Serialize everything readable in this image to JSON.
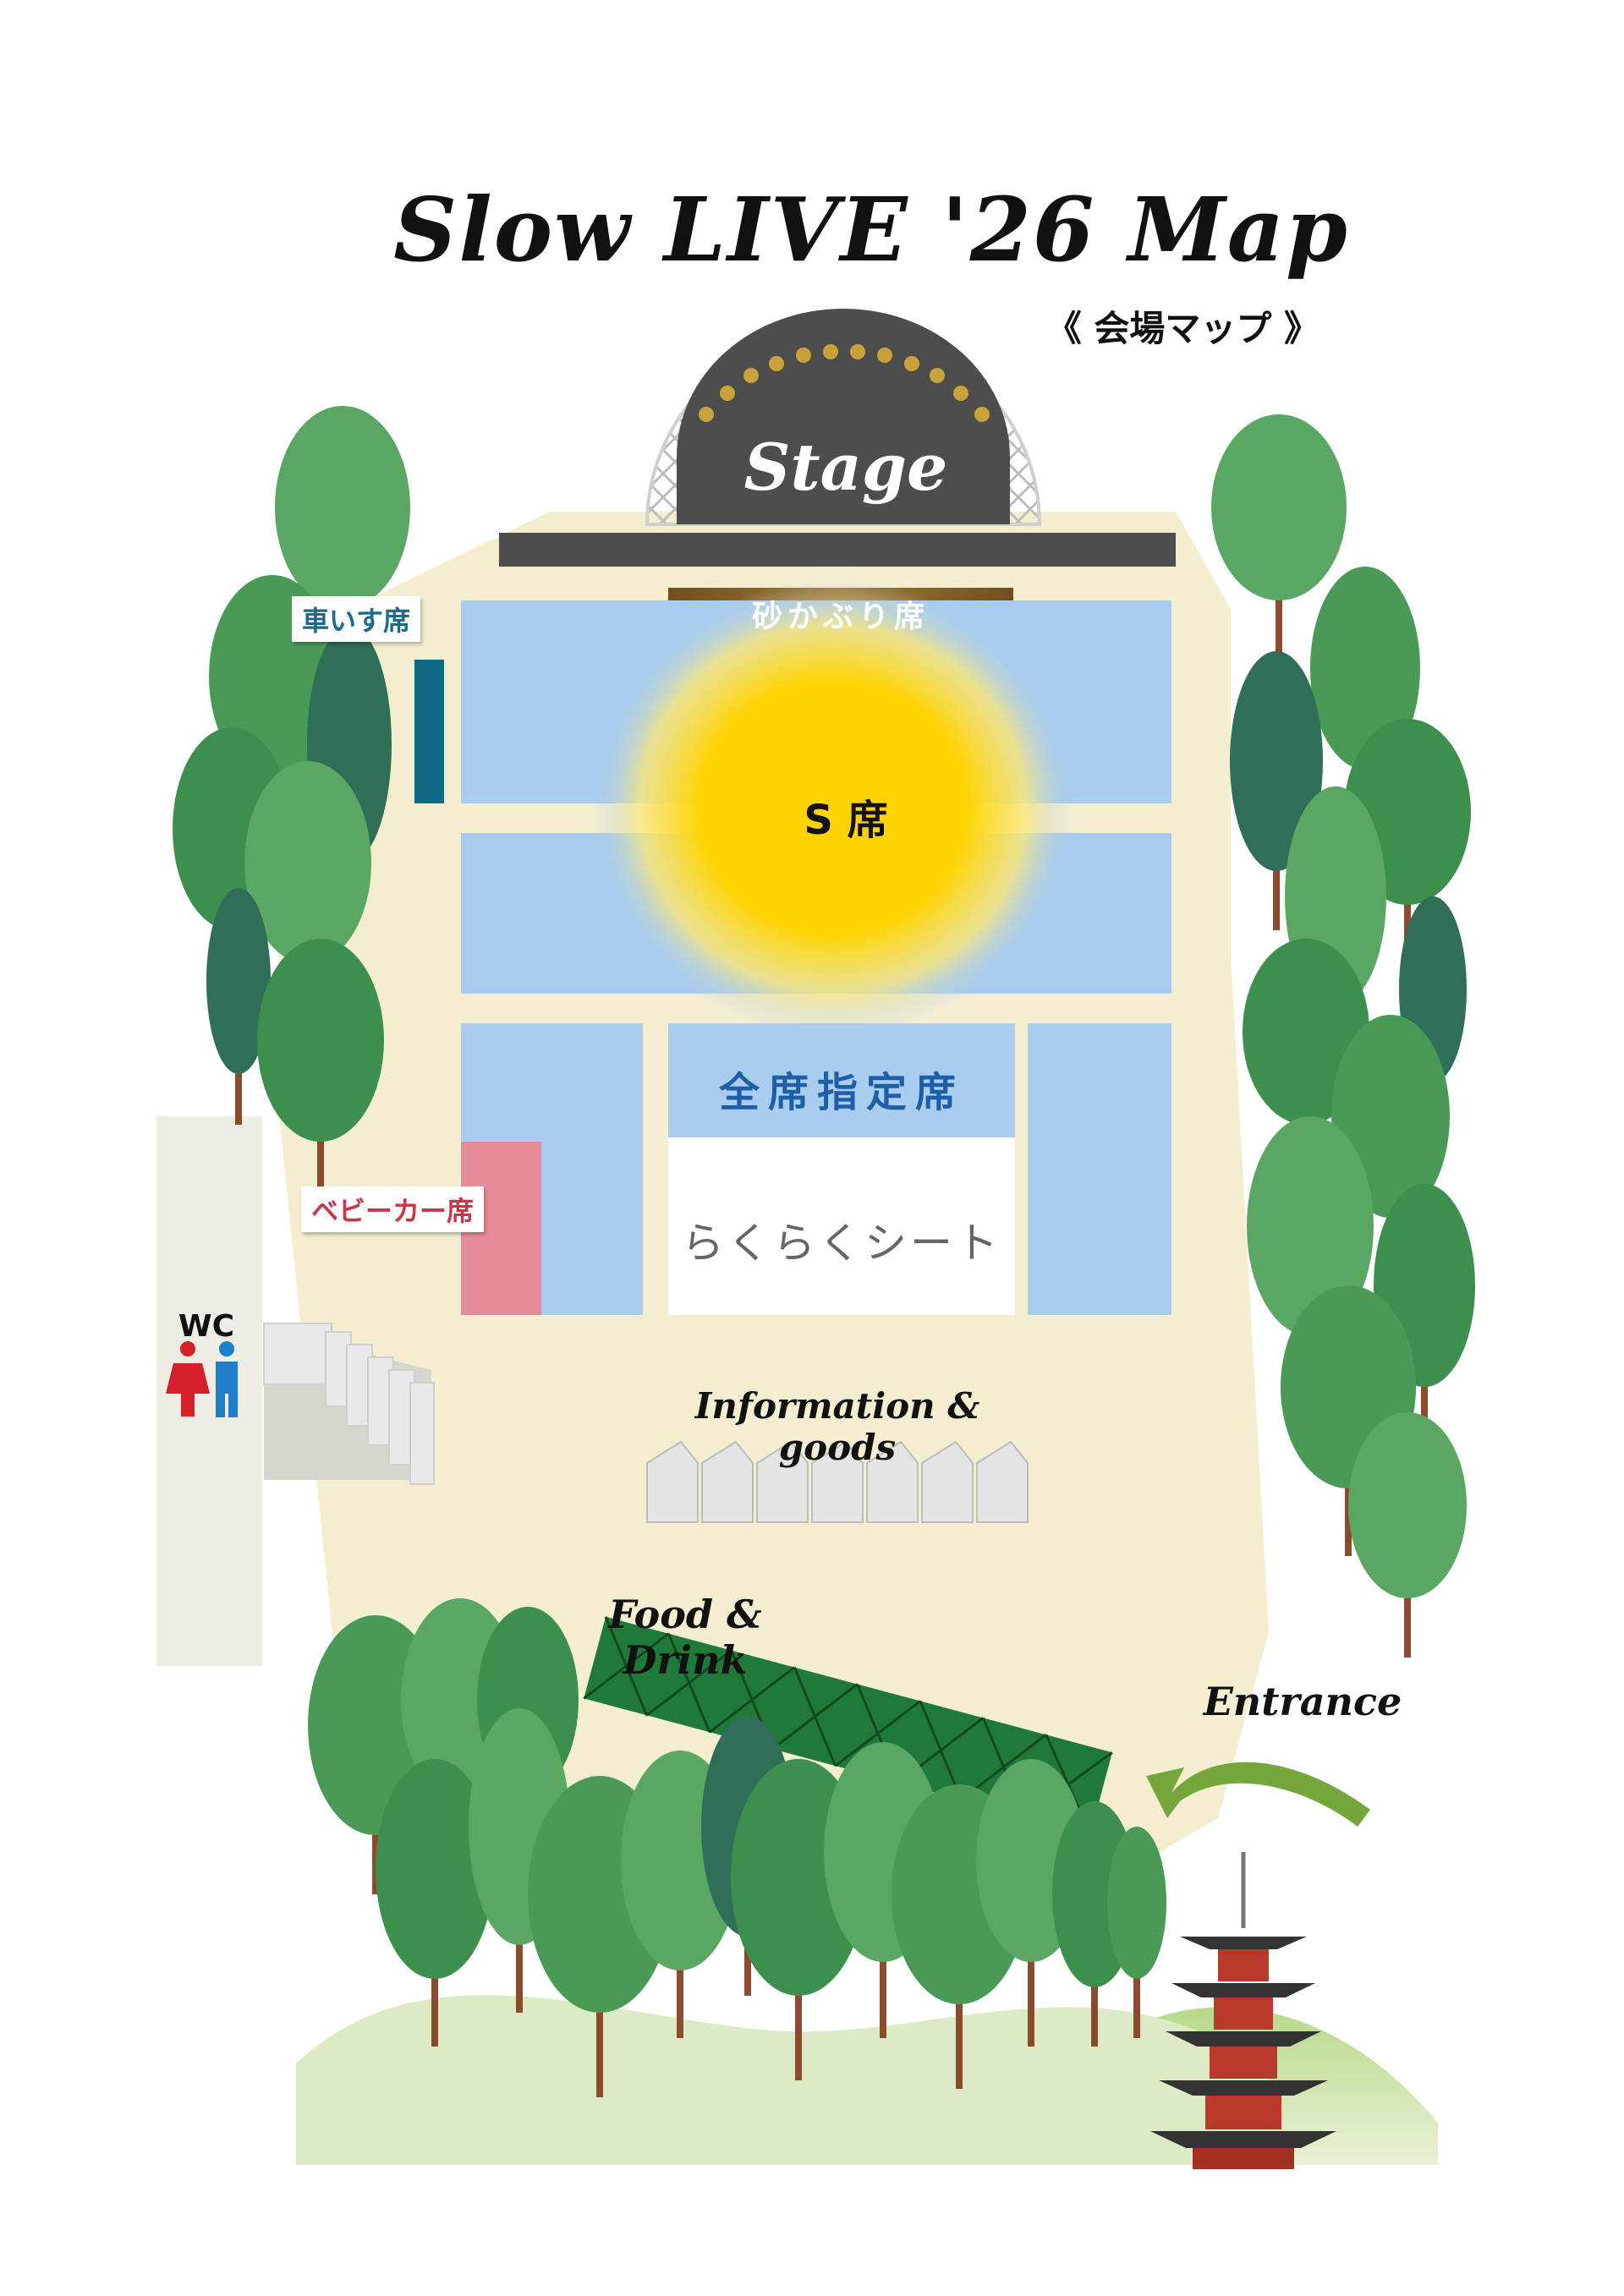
{
  "title": "Slow LIVE '26 Map",
  "subtitle": "《 会場マップ 》",
  "areas": {
    "stage": "Stage",
    "front_row": "砂かぶり席",
    "s_seats": "S 席",
    "reserved": "全席指定席",
    "easy_seat": "らくらくシート",
    "wheelchair": "車いす席",
    "stroller": "ベビーカー席",
    "wc": "WC",
    "info_goods": "Information & goods",
    "food_drink": "Food & Drink",
    "entrance": "Entrance"
  },
  "colors": {
    "ground": "#f3eed0",
    "seat_blue": "#a9cdef",
    "s_seat_yellow": "#ffd400",
    "stage_dark": "#4d4d4d",
    "front_gold": "#8a6a2e",
    "wheelchair_teal": "#0f6a86",
    "stroller_pink": "#e68c9a",
    "tree_green": "#3f8f4a",
    "food_green": "#1f7a3a",
    "pagoda_red": "#b83a2b",
    "arrow_green": "#74a63b"
  },
  "icons": [
    "stage-dome-icon",
    "toilet-icon",
    "pagoda-icon",
    "entrance-arrow-icon",
    "tree-icon",
    "tent-icon"
  ]
}
